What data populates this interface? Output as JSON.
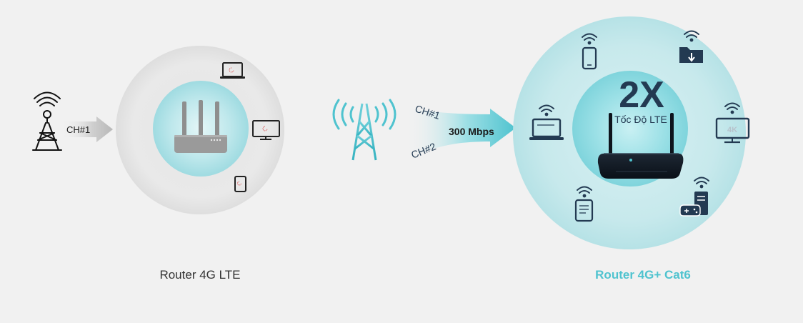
{
  "left": {
    "channel_label": "CH#1",
    "caption": "Router 4G LTE"
  },
  "center": {
    "ch1_label": "CH#1",
    "ch2_label": "CH#2",
    "speed_label": "300 Mbps"
  },
  "right": {
    "headline": "2X",
    "subline": "Tốc Độ LTE",
    "tv_badge": "4K",
    "caption": "Router 4G+ Cat6"
  },
  "icons": [
    "cell-tower-icon",
    "router-icon",
    "laptop-icon",
    "monitor-icon",
    "tablet-icon",
    "broadcast-tower-icon",
    "smartphone-icon",
    "download-folder-icon",
    "tv-4k-icon",
    "game-console-icon",
    "wifi-icon"
  ],
  "colors": {
    "background": "#f1f1f1",
    "accent_teal": "#4fc3cf",
    "dark_navy": "#233a52",
    "text_gray": "#333333"
  }
}
